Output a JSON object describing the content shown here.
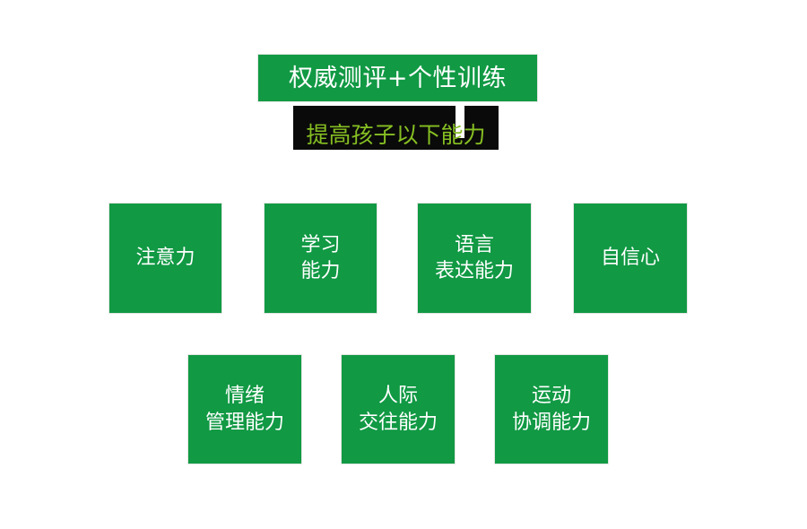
{
  "poster": {
    "background_color": "#ffffff",
    "brand_green": "#119944",
    "accent_yellow_green": "#86bf22",
    "banner_black": "#0a0a0a"
  },
  "header": {
    "title": "权威测评+个性训练",
    "subtitle": "提高孩子以下能力"
  },
  "abilities": {
    "row1": [
      {
        "label": "注意力"
      },
      {
        "label": "学习\n能力"
      },
      {
        "label": "语言\n表达能力"
      },
      {
        "label": "自信心"
      }
    ],
    "row2": [
      {
        "label": "情绪\n管理能力"
      },
      {
        "label": "人际\n交往能力"
      },
      {
        "label": "运动\n协调能力"
      }
    ]
  }
}
